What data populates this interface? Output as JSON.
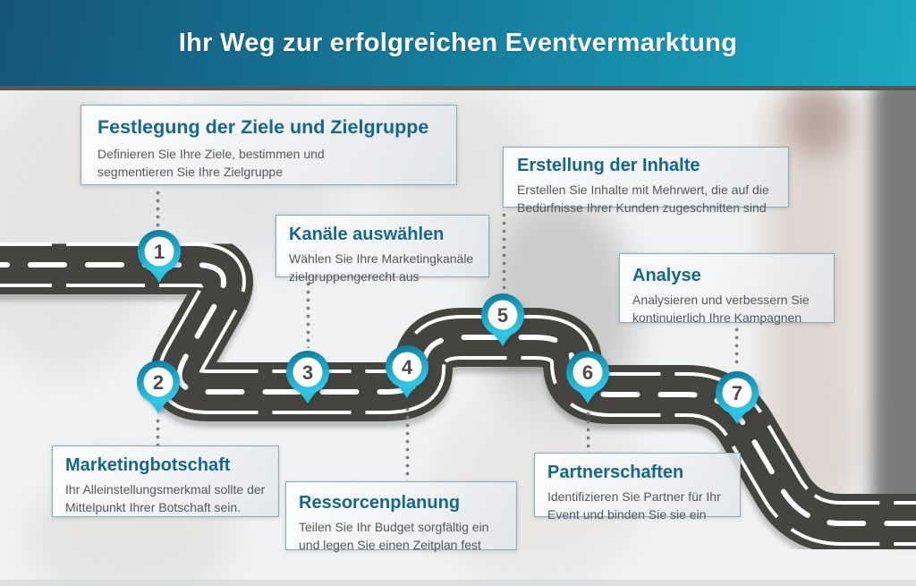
{
  "header": {
    "title": "Ihr Weg zur erfolgreichen Eventvermarktung"
  },
  "steps": [
    {
      "number": "1",
      "title": "Festlegung der Ziele und Zielgruppe",
      "description": "Definieren Sie Ihre Ziele, bestimmen und segmentieren Sie Ihre Zielgruppe"
    },
    {
      "number": "2",
      "title": "Marketingbotschaft",
      "description": "Ihr Alleinstellungsmerkmal sollte der Mittelpunkt Ihrer Botschaft sein."
    },
    {
      "number": "3",
      "title": "Kanäle auswählen",
      "description": "Wählen Sie Ihre Marketingkanäle zielgruppengerecht aus"
    },
    {
      "number": "4",
      "title": "Ressorcenplanung",
      "description": "Teilen Sie Ihr Budget sorgfältig ein und legen Sie einen Zeitplan fest"
    },
    {
      "number": "5",
      "title": "Erstellung der Inhalte",
      "description": "Erstellen Sie Inhalte mit Mehrwert, die auf die Bedürfnisse Ihrer Kunden zugeschnitten sind"
    },
    {
      "number": "6",
      "title": "Partnerschaften",
      "description": "Identifizieren Sie Partner für Ihr Event und binden Sie sie ein"
    },
    {
      "number": "7",
      "title": "Analyse",
      "description": "Analysieren und verbessern Sie kontinuierlich Ihre Kampagnen"
    }
  ],
  "colors": {
    "header_gradient_left": "#15567a",
    "header_gradient_right": "#1aa9c3",
    "step_title": "#15678f",
    "body_text": "#55585a",
    "road": "#45443f",
    "road_markings": "#ffffff",
    "pin_teal_dark": "#0c7493",
    "pin_teal_light": "#30c8e6",
    "connector_dot": "#7c7c7c"
  }
}
